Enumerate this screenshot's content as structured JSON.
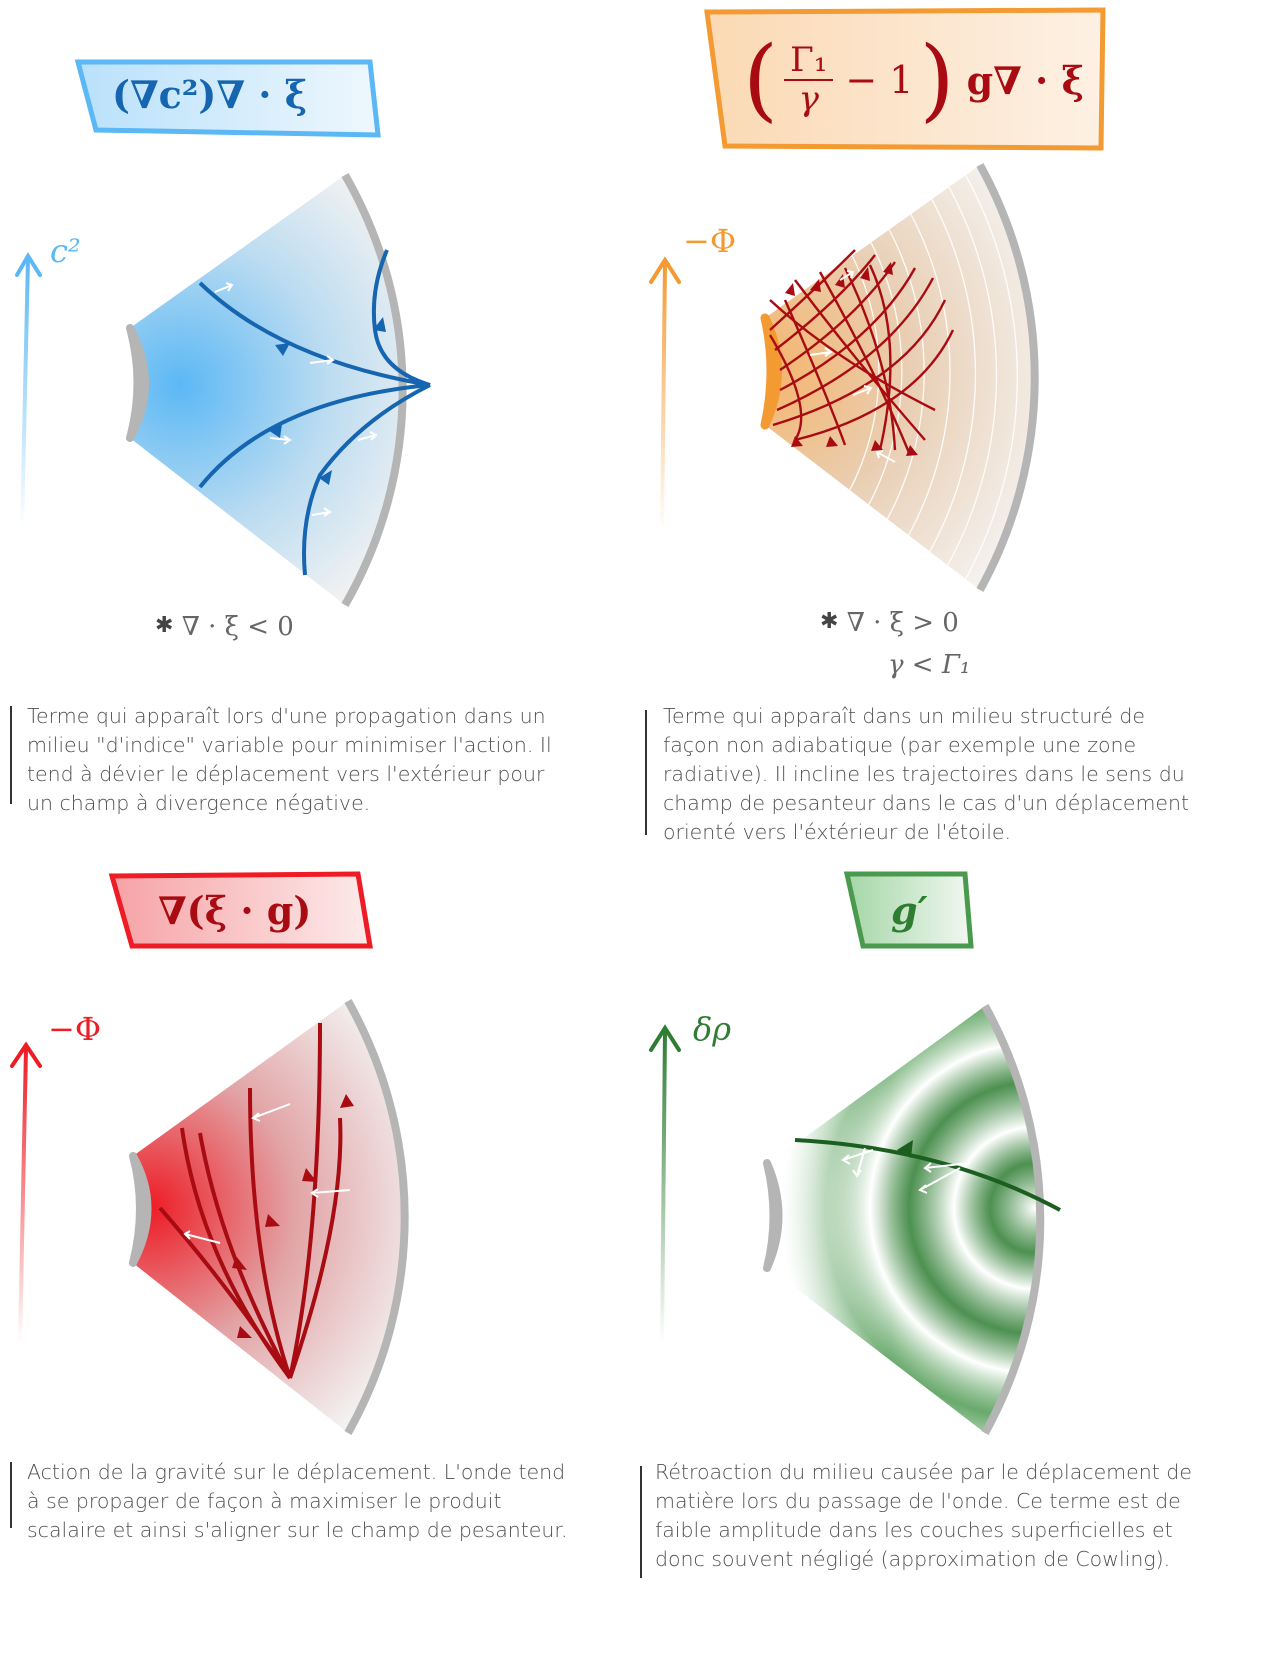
{
  "panels": [
    {
      "title": "(∇c²)∇ · ξ",
      "axis_label": "c²",
      "conditions": [
        "∇ · ξ < 0"
      ],
      "description": [
        "Terme qui apparaît lors d'une propagation dans un",
        "milieu \"d'indice\" variable pour minimiser l'action. Il",
        "tend à dévier le déplacement vers l'extérieur pour",
        "un champ à divergence négative."
      ]
    },
    {
      "title": "(Γ₁/γ − 1) g∇ · ξ",
      "title_frac_num": "Γ₁",
      "title_frac_den": "γ",
      "title_rest": "− 1",
      "title_tail": "g∇ · ξ",
      "axis_label": "−Φ",
      "conditions": [
        "∇ · ξ > 0",
        "γ < Γ₁"
      ],
      "description": [
        "Terme qui apparaît dans un milieu structuré de",
        "façon non adiabatique (par exemple une zone",
        "radiative). Il incline les trajectoires dans le sens du",
        "champ de pesanteur dans le cas d'un déplacement",
        "orienté vers l'éxtérieur de l'étoile."
      ]
    },
    {
      "title": "∇(ξ · g)",
      "axis_label": "−Φ",
      "description": [
        "Action de la gravité sur le déplacement. L'onde tend",
        "à se propager de façon à maximiser le produit",
        "scalaire et ainsi s'aligner sur le champ de pesanteur."
      ]
    },
    {
      "title": "g′",
      "axis_label": "δρ",
      "description": [
        "Rétroaction du milieu causée par le déplacement de",
        "matière lors du passage de l'onde. Ce terme est de",
        "faible amplitude dans les couches superficielles et",
        "donc souvent négligé (approximation de Cowling)."
      ]
    }
  ],
  "colors": {
    "blue": "#1565b0",
    "blue_light": "#5bb8f5",
    "orange": "#f39a32",
    "darkred": "#a80c12",
    "red": "#ee1c25",
    "green": "#2e7d32",
    "grey": "#b5b5b5"
  },
  "icons": [
    "star-icon"
  ]
}
